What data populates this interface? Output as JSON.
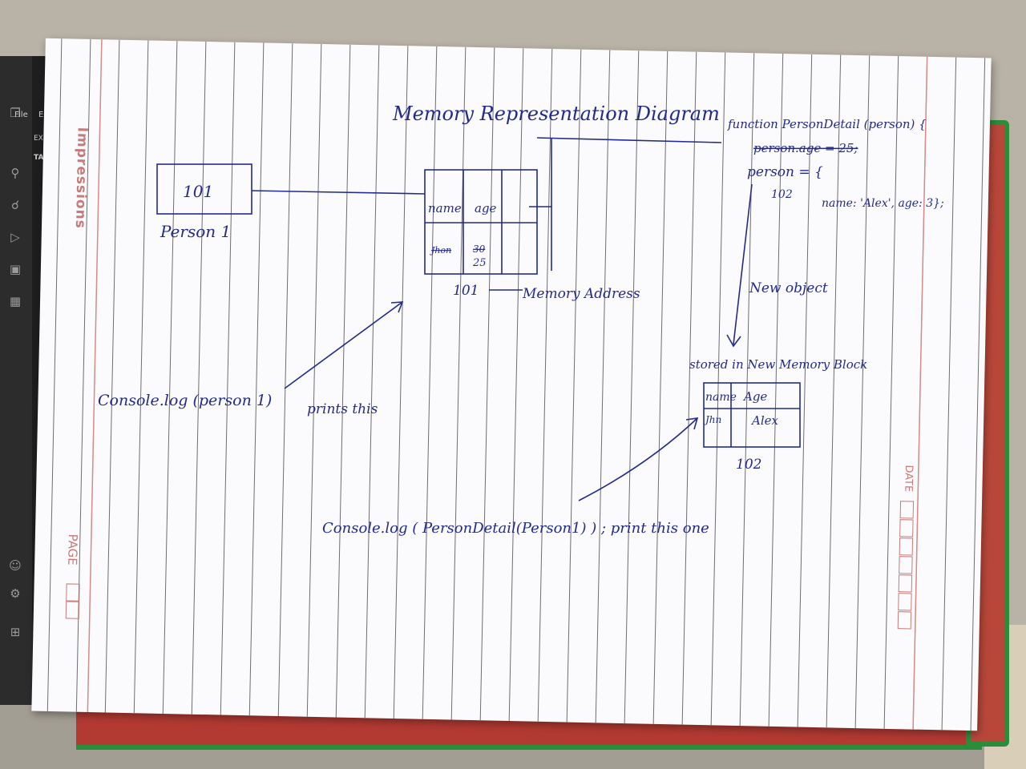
{
  "monitor": {
    "menu_file": "File",
    "menu_edit": "Edit",
    "explorer_label": "EXPLO",
    "folder_label": "TA-JS"
  },
  "notebook": {
    "brand": "Impressions",
    "page_label": "PAGE",
    "date_label": "DATE"
  },
  "note": {
    "title": "Memory Representation Diagram",
    "person1_address": "101",
    "person1_label": "Person 1",
    "table1_headers": [
      "name",
      "age"
    ],
    "table1_values": [
      "Jhon",
      "30",
      "25"
    ],
    "table1_address": "101",
    "memory_address_label": "Memory Address",
    "console_person1": "Console.log (person 1)",
    "prints_this": "prints this",
    "function_line": "function PersonDetail (person) {",
    "age_line": "person.age = 25;",
    "person_assign": "person = {",
    "person_address": "102",
    "object_line": "name: 'Alex', age: 3};",
    "new_object": "New object",
    "stored_block": "stored in New Memory Block",
    "table2_headers": [
      "name",
      "Age"
    ],
    "table2_values": [
      "Jhn",
      "Alex"
    ],
    "table2_address": "102",
    "console_persondetail": "Console.log ( PersonDetail(Person1) ) ; print this one"
  }
}
